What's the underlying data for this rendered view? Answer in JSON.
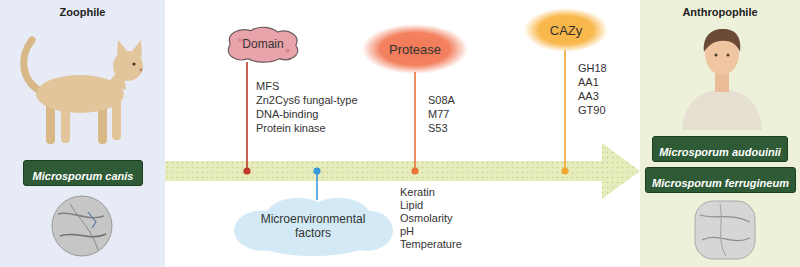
{
  "diagram": {
    "nodes": [
      {
        "text": [
          "Zoophile"
        ]
      },
      {
        "text": [
          "Microsporum canis"
        ],
        "in": 0
      },
      {
        "text": [
          "Domain"
        ]
      },
      {
        "text": [
          "Protease"
        ]
      },
      {
        "text": [
          "CAZy"
        ]
      },
      {
        "text": [
          "Microenvironmental factors"
        ]
      },
      {
        "text": [
          "Anthropophile"
        ]
      },
      {
        "text": [
          "Microsporum audouinii"
        ],
        "in": 6
      },
      {
        "text": [
          "Microsporum ferrugineum"
        ],
        "in": 6
      }
    ],
    "edges": [
      {
        "from": 0,
        "to": 6,
        "arrow": "to"
      }
    ],
    "labels": [
      "MFS",
      "Zn2Cys6 fungal-type",
      "DNA-binding",
      "Protein kinase",
      "S08A",
      "M77",
      "S53",
      "GH18",
      "AA1",
      "AA3",
      "GT90",
      "Keratin",
      "Lipid",
      "Osmolarity",
      "pH",
      "Temperature"
    ]
  }
}
